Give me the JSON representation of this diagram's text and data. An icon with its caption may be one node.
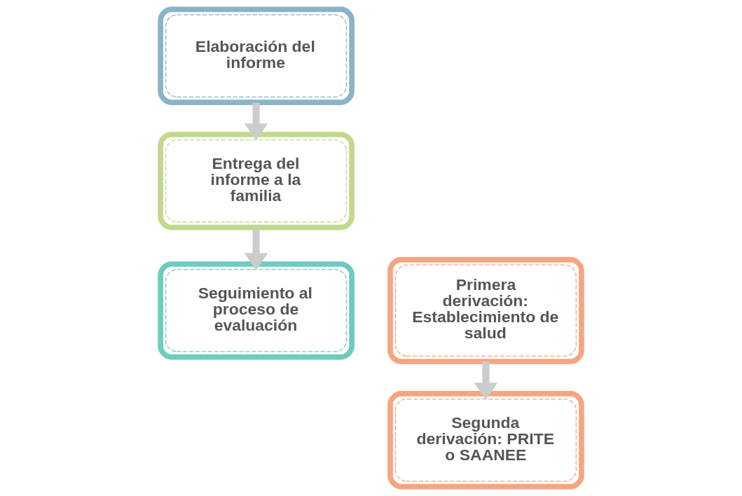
{
  "diagram": {
    "nodes": [
      {
        "text": [
          "Elaboración del informe"
        ]
      },
      {
        "text": [
          "Entrega del informe a la familia"
        ]
      },
      {
        "text": [
          "Seguimiento al proceso de evaluación"
        ]
      },
      {
        "text": [
          "Primera derivación: Establecimiento de salud"
        ]
      },
      {
        "text": [
          "Segunda derivación: PRITE o SAANEE"
        ]
      }
    ],
    "edges": [
      {
        "from": 0,
        "to": 1,
        "arrow": "to"
      },
      {
        "from": 1,
        "to": 2,
        "arrow": "to"
      },
      {
        "from": 3,
        "to": 4,
        "arrow": "to"
      }
    ]
  }
}
